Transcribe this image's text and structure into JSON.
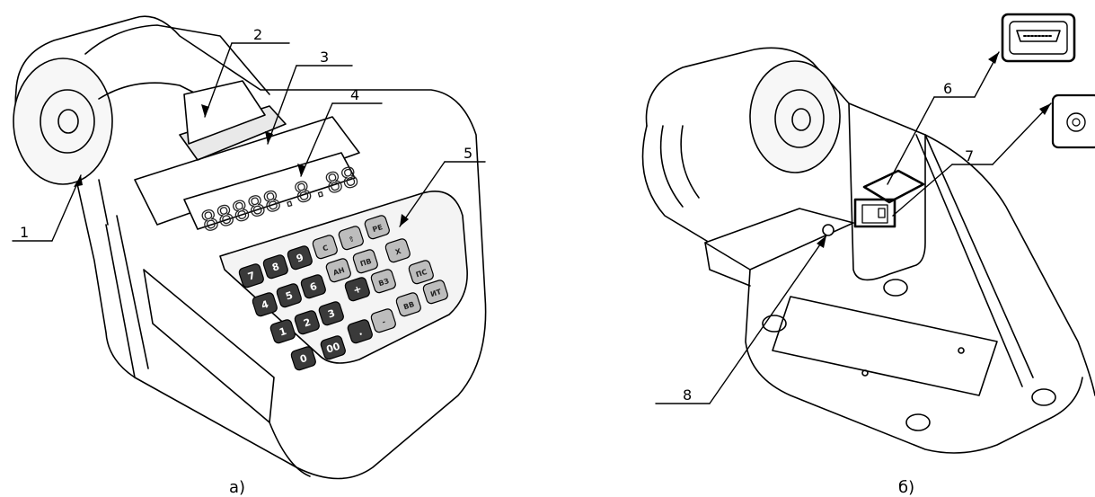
{
  "figure_a": {
    "caption": "а)",
    "callouts": [
      "1",
      "2",
      "3",
      "4",
      "5"
    ],
    "display_text": "88888.8.88",
    "keys_dark": [
      "7",
      "8",
      "9",
      "4",
      "5",
      "6",
      "1",
      "2",
      "3",
      "0",
      "00",
      ".",
      "+"
    ],
    "keys_light": [
      "С",
      "⇧",
      "РЕ",
      "АН",
      "ПВ",
      "Х",
      "ВЗ",
      "ПС",
      "-",
      "ВВ",
      "ИТ"
    ]
  },
  "figure_b": {
    "caption": "б)",
    "callouts": [
      "6",
      "7",
      "8"
    ]
  }
}
